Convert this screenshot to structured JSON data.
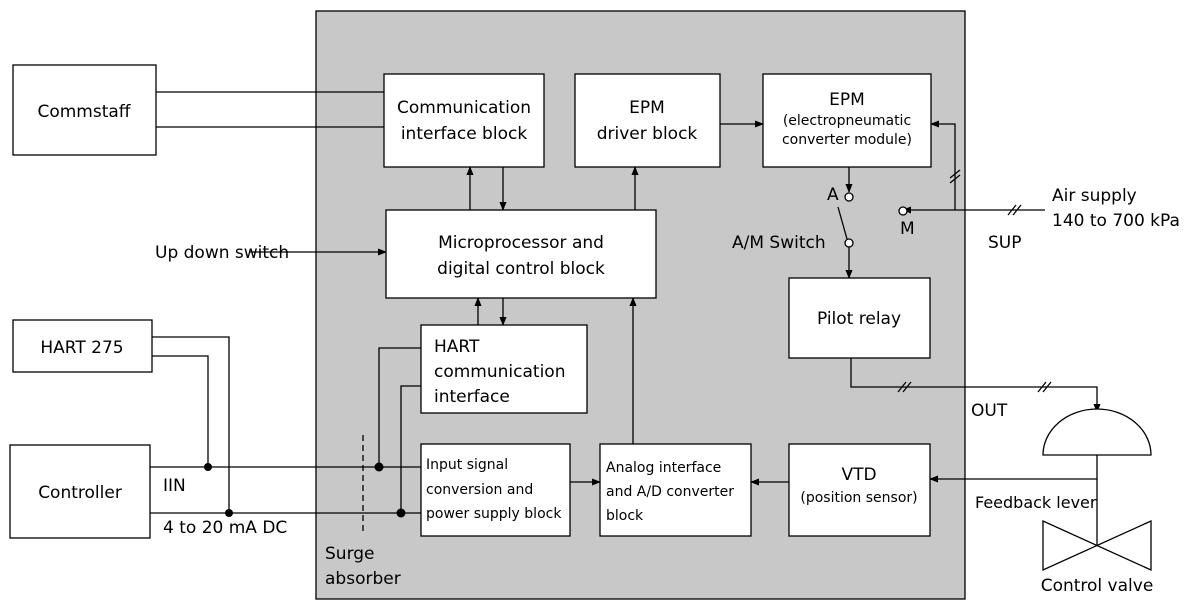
{
  "blocks": {
    "commstaff": "Commstaff",
    "hart275": "HART 275",
    "controller": "Controller",
    "comm_interface": [
      "Communication",
      "interface block"
    ],
    "epm_driver": [
      "EPM",
      "driver block"
    ],
    "epm_module": [
      "EPM",
      "(electropneumatic",
      "converter module)"
    ],
    "microprocessor": [
      "Microprocessor and",
      "digital control block"
    ],
    "hart_comm": [
      "HART",
      "communication",
      "interface"
    ],
    "pilot_relay": "Pilot relay",
    "input_signal": [
      "Input signal",
      "conversion and",
      "power supply block"
    ],
    "analog_interface": [
      "Analog interface",
      "and A/D converter",
      "block"
    ],
    "vtd": [
      "VTD",
      "(position sensor)"
    ]
  },
  "labels": {
    "up_down_switch": "Up down switch",
    "iin": "IIN",
    "current_range": "4 to 20 mA DC",
    "surge_absorber": [
      "Surge",
      "absorber"
    ],
    "air_supply": [
      "Air supply",
      "140 to 700 kPa"
    ],
    "sup": "SUP",
    "out": "OUT",
    "a": "A",
    "m": "M",
    "am_switch": "A/M Switch",
    "feedback_lever": "Feedback lever",
    "control_valve": "Control valve"
  }
}
